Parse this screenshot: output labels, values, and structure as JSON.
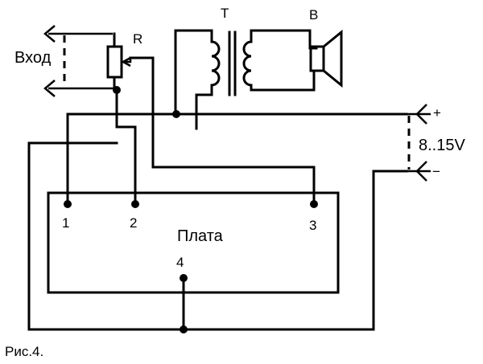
{
  "labels": {
    "input": "Вход",
    "resistor": "R",
    "transformer": "T",
    "speaker": "B",
    "plus": "+",
    "minus": "−",
    "voltage": "8..15V",
    "board": "Плата",
    "pin1": "1",
    "pin2": "2",
    "pin3": "3",
    "pin4": "4",
    "caption": "Рис.4."
  },
  "icons": {
    "input_jack": "arrow-jack-icon",
    "power_jack": "arrow-jack-icon",
    "resistor": "potentiometer-icon",
    "transformer": "transformer-icon",
    "speaker": "speaker-icon"
  }
}
